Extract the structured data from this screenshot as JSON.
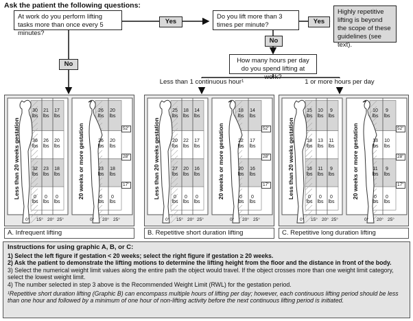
{
  "header": "Ask the patient the following questions:",
  "q1": "At work do you perform lifting tasks more than once every 5 minutes?",
  "q2": "Do you lift more than 3 times per minute?",
  "q3": "How many hours per day do you spend lifting at work?",
  "note": "Highly repetitive lifting is beyond the scope of these guidelines (see text).",
  "yes": "Yes",
  "no": "No",
  "opt_short": "Less than 1 continuous hour¹",
  "opt_long": "1 or more hours per day",
  "fig_labels": {
    "lt20": "Less than 20 weeks gestation",
    "ge20": "20 weeks or more gestation"
  },
  "heights": [
    "52\"",
    "28\"",
    "17\""
  ],
  "angles": [
    "0°",
    "15°",
    "20°",
    "25°"
  ],
  "unit": "lbs",
  "panels": [
    {
      "label": "A. Infrequent lifting",
      "left": [
        [
          "30",
          "21",
          "17"
        ],
        [
          "36",
          "26",
          "20"
        ],
        [
          "32",
          "23",
          "18"
        ],
        [
          "0",
          "0",
          "0"
        ]
      ],
      "right": [
        [
          "26",
          "20"
        ],
        [
          "26",
          "20"
        ],
        [
          "23",
          "18"
        ],
        [
          "0",
          "0"
        ]
      ]
    },
    {
      "label": "B. Repetitive short duration lifting",
      "left": [
        [
          "25",
          "18",
          "14"
        ],
        [
          "20",
          "22",
          "17"
        ],
        [
          "27",
          "20",
          "16"
        ],
        [
          "0",
          "0",
          "0"
        ]
      ],
      "right": [
        [
          "18",
          "14"
        ],
        [
          "22",
          "17"
        ],
        [
          "20",
          "16"
        ],
        [
          "0",
          "0"
        ]
      ]
    },
    {
      "label": "C. Repetitive long duration lifting",
      "left": [
        [
          "15",
          "10",
          "9"
        ],
        [
          "18",
          "13",
          "11"
        ],
        [
          "16",
          "11",
          "9"
        ],
        [
          "0",
          "0",
          "0"
        ]
      ],
      "right": [
        [
          "10",
          "9"
        ],
        [
          "13",
          "10"
        ],
        [
          "11",
          "9"
        ],
        [
          "0",
          "0"
        ]
      ]
    }
  ],
  "instructions": {
    "title": "Instructions for using graphic A, B, or C:",
    "step1": "1) Select the left figure if gestation < 20 weeks; select the right figure if gestation ≥ 20 weeks.",
    "step2": "2) Ask the patient to demonstrate the lifting motions to determine the lifting height from the floor and the distance in front of the body.",
    "step3": "3) Select the numerical weight limit values along the entire path the object would travel. If the object crosses more than one weight limit category, select the lowest weight limit.",
    "step4": "4) The number selected in step 3 above is the Recommended Weight Limit (RWL) for the gestation period.",
    "footnote": "¹Repetitive short duration lifting (Graphic B) can encompass multiple hours of lifting per day; however, each continuous lifting period should be less than one hour and followed by a minimum of one hour of non-lifting activity before the next continuous lifting period is initiated."
  }
}
